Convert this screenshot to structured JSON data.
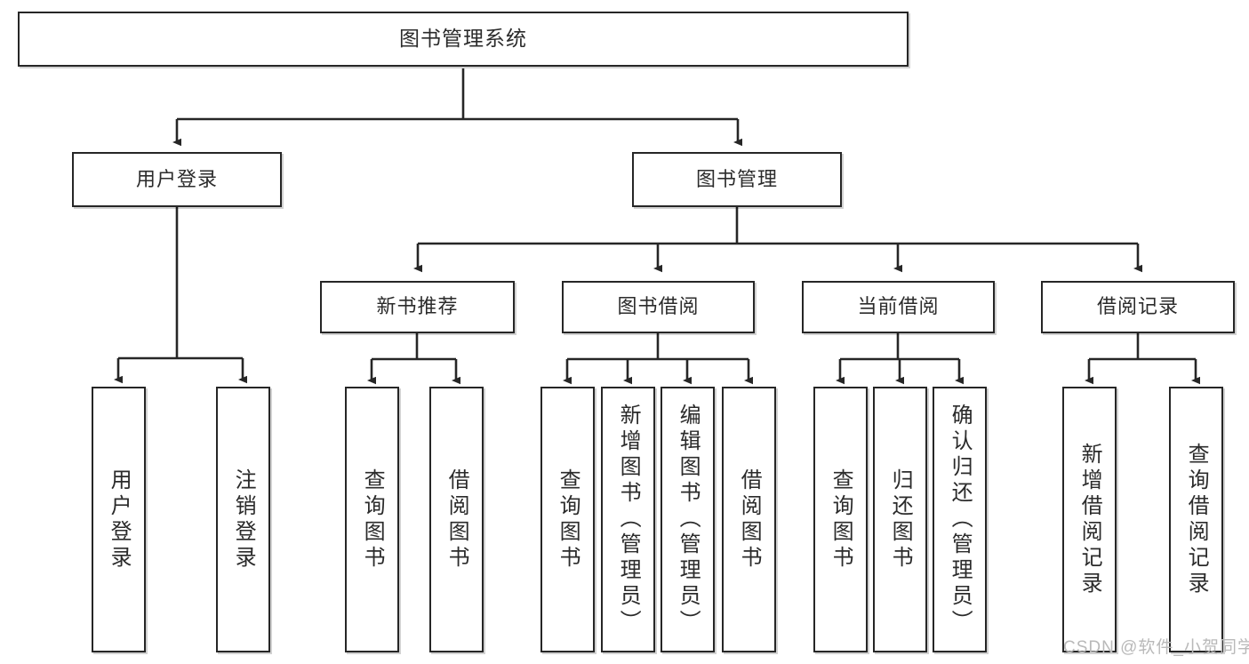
{
  "diagram": {
    "title": "图书管理系统",
    "type": "tree-hierarchy-chart",
    "orientation": "top-down",
    "colors": {
      "box_border": "#262626",
      "box_fill": "#ffffff",
      "edge": "#262626",
      "text": "#2b2b2b",
      "watermark": "#b9b9b9",
      "background": "#ffffff"
    }
  },
  "nodes": {
    "root": {
      "label": "图书管理系统"
    },
    "level2": [
      {
        "id": "user-login",
        "label": "用户登录"
      },
      {
        "id": "book-manage",
        "label": "图书管理"
      }
    ],
    "level3": [
      {
        "id": "new-book-recommend",
        "label": "新书推荐"
      },
      {
        "id": "book-borrow",
        "label": "图书借阅"
      },
      {
        "id": "current-borrow",
        "label": "当前借阅"
      },
      {
        "id": "borrow-record",
        "label": "借阅记录"
      }
    ],
    "leaves": {
      "user_login": [
        {
          "id": "leaf-user-login",
          "label": "用户登录"
        },
        {
          "id": "leaf-logout-login",
          "label": "注销登录"
        }
      ],
      "new_book_recommend": [
        {
          "id": "leaf-query-book-1",
          "label": "查询图书"
        },
        {
          "id": "leaf-borrow-book-1",
          "label": "借阅图书"
        }
      ],
      "book_borrow": [
        {
          "id": "leaf-query-book-2",
          "label": "查询图书"
        },
        {
          "id": "leaf-add-book",
          "label": "新增图书（管理员）"
        },
        {
          "id": "leaf-edit-book",
          "label": "编辑图书（管理员）"
        },
        {
          "id": "leaf-borrow-book-2",
          "label": "借阅图书"
        }
      ],
      "current_borrow": [
        {
          "id": "leaf-query-book-3",
          "label": "查询图书"
        },
        {
          "id": "leaf-return-book",
          "label": "归还图书"
        },
        {
          "id": "leaf-confirm-return",
          "label": "确认归还（管理员）"
        }
      ],
      "borrow_record": [
        {
          "id": "leaf-add-record",
          "label": "新增借阅记录"
        },
        {
          "id": "leaf-query-record",
          "label": "查询借阅记录"
        }
      ]
    }
  },
  "watermark": {
    "text": "CSDN @软件_小贺同学"
  }
}
